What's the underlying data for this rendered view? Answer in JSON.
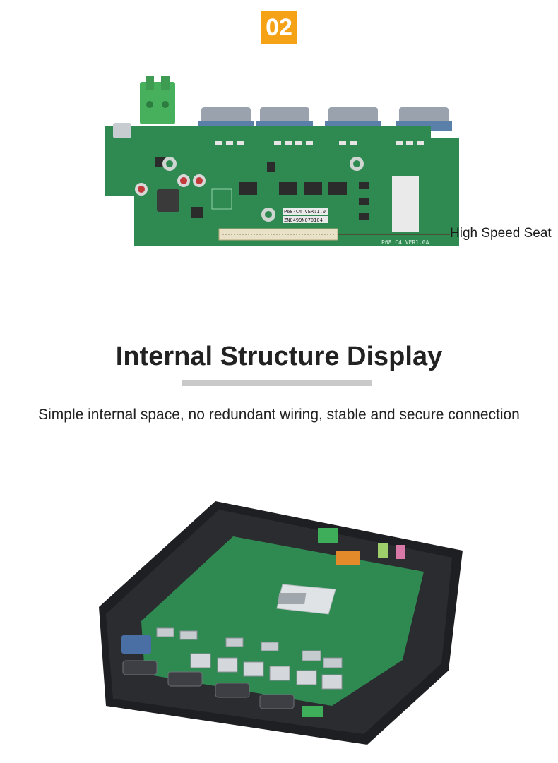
{
  "badge": {
    "number": "02"
  },
  "board": {
    "silk_version": "P68-C4 VER:1.0",
    "silk_serial": "ZN0499N070104",
    "silk_bottom": "P68 C4 VER1.0A",
    "callout": "High Speed Seat"
  },
  "heading": "Internal Structure Display",
  "subtitle": "Simple internal space, no redundant wiring, stable and secure connection",
  "colors": {
    "accent": "#f5a216",
    "pcb": "#2f8a52",
    "serial_port": "#5a7fa8",
    "terminal": "#3fae5a",
    "chassis": "#1e1f22"
  }
}
